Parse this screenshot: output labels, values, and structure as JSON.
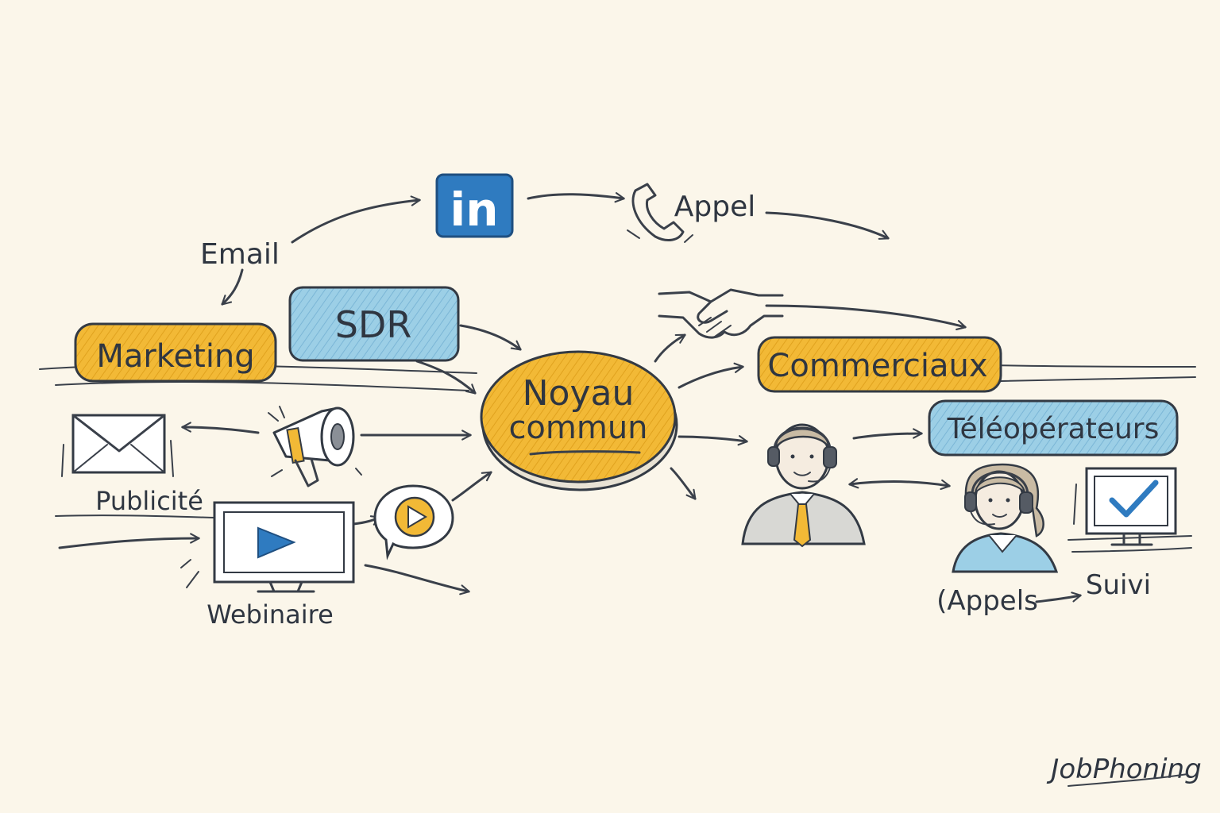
{
  "colors": {
    "background": "#fbf6ea",
    "ink": "#333a44",
    "yellow": "#f2b936",
    "blue": "#8fc7e2",
    "linkedin": "#2f7bc0"
  },
  "labels": {
    "email": "Email",
    "appel": "Appel",
    "marketing": "Marketing",
    "sdr": "SDR",
    "noyau_line1": "Noyau",
    "noyau_line2": "commun",
    "commerciaux": "Commerciaux",
    "teleoperateurs": "Téléopérateurs",
    "publicite": "Publicité",
    "webinaire": "Webinaire",
    "appels": "(Appels",
    "suivi": "Suivi",
    "brand": "JobPhoning",
    "linkedin_glyph": "in"
  },
  "icons": [
    "linkedin-icon",
    "phone-icon",
    "handshake-icon",
    "envelope-icon",
    "megaphone-icon",
    "monitor-play-icon",
    "play-bubble-icon",
    "sales-agent-icon",
    "teleoperator-icon",
    "monitor-check-icon"
  ]
}
